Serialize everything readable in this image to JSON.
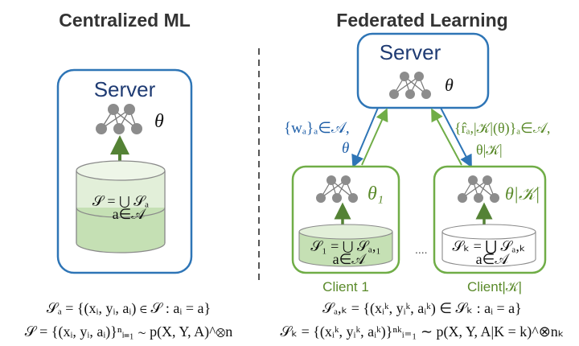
{
  "left": {
    "title": "Centralized ML",
    "server_label": "Server",
    "theta": "θ",
    "dataset_formula": "𝒮 = ⋃ 𝒮ₐ",
    "dataset_sub": "a∈𝒜"
  },
  "right": {
    "title": "Federated Learning",
    "server_label": "Server",
    "theta": "θ",
    "client1": {
      "theta": "θ₁",
      "dataset_formula": "𝒮₁ = ⋃ 𝒮ₐ,₁",
      "dataset_sub": "a∈𝒜",
      "label": "Client 1"
    },
    "clientk": {
      "theta": "θ|𝒦|",
      "dataset_formula": "𝒮ₖ = ⋃ 𝒮ₐ,ₖ",
      "dataset_sub": "a∈𝒜",
      "label": "Client|𝒦|"
    },
    "ellipsis": "....",
    "down_label_line1": "{wₐ}ₐ∈𝒜,",
    "down_label_line2": "θ",
    "up_label_line1": "{r̂ₐ,|𝒦|(θ)}ₐ∈𝒜,",
    "up_label_line2": "θ|𝒦|"
  },
  "formulas": {
    "left_line1": "𝒮ₐ = {(xᵢ, yᵢ, aᵢ) ∈ 𝒮 : aᵢ = a}",
    "left_line2": "𝒮 = {(xᵢ, yᵢ, aᵢ)}ⁿᵢ₌₁ ∼ p(X, Y, A)^⊗n",
    "right_line1": "𝒮ₐ,ₖ = {(xᵢᵏ, yᵢᵏ, aᵢᵏ) ∈ 𝒮ₖ : aᵢ = a}",
    "right_line2": "𝒮ₖ = {(xᵢᵏ, yᵢᵏ, aᵢᵏ)}ⁿᵏᵢ₌₁ ∼ p(X, Y, A|K = k)^⊗nₖ"
  },
  "colors": {
    "server_border": "#2e75b6",
    "client_border": "#70ad47",
    "db_fill_top": "#e2efd9",
    "db_fill_bottom": "#c5e0b4",
    "arrow_blue": "#2e75b6",
    "arrow_green": "#70ad47",
    "node_gray": "#8c8c8c",
    "divider": "#555555"
  }
}
